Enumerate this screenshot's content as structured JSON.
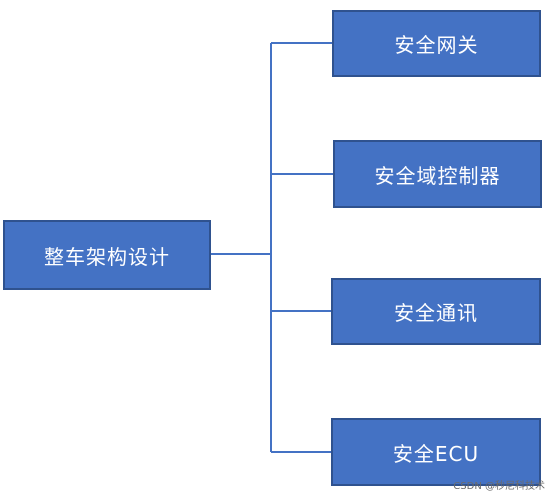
{
  "diagram": {
    "root": {
      "label": "整车架构设计"
    },
    "children": [
      {
        "label": "安全网关"
      },
      {
        "label": "安全域控制器"
      },
      {
        "label": "安全通讯"
      },
      {
        "label": "安全ECU"
      }
    ]
  },
  "colors": {
    "box_fill": "#4472c4",
    "box_border": "#2f528f",
    "box_text": "#ffffff",
    "connector": "#4472c4"
  },
  "watermark": "CSDN @秒尼科技术"
}
